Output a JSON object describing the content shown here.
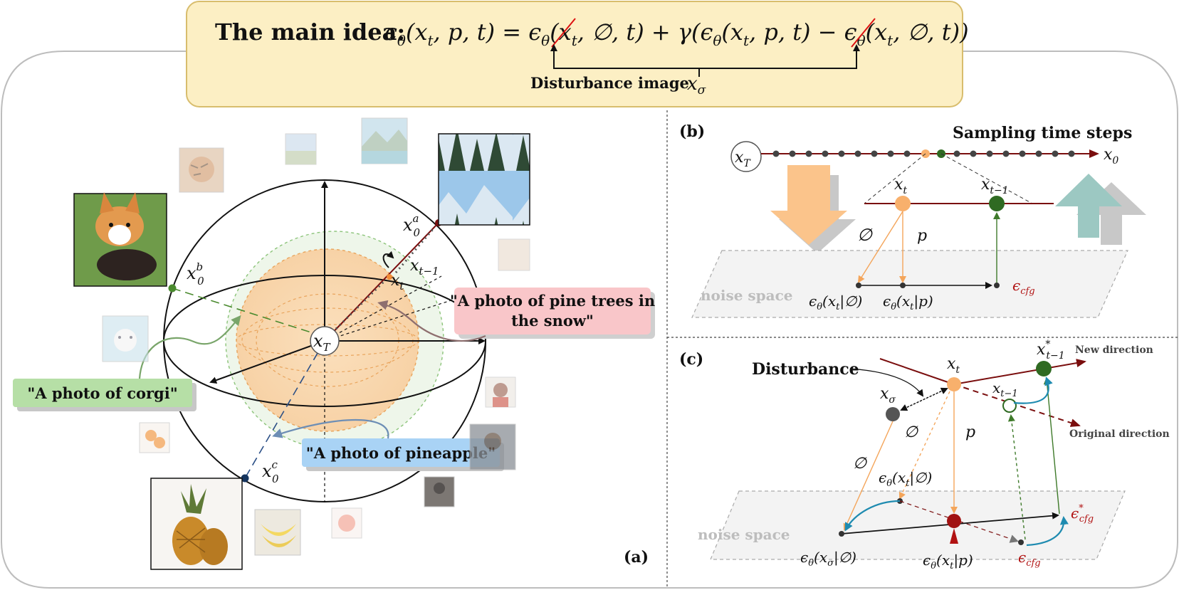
{
  "header": {
    "label": "The main idea:",
    "eq_lhs": "ϵ",
    "equation": "ϵθ(xt, p, t) = ϵθ(xt, ∅, t) + γ(ϵθ(xt, p, t) − ϵθ(xt, ∅, t))",
    "disturbance_label": "Disturbance image",
    "disturbance_symbol": "xσ"
  },
  "panel_a": {
    "tag": "(a)",
    "center": "x",
    "center_sub": "T",
    "x0a": "x",
    "x0a_sub": "0",
    "x0a_sup": "a",
    "x0b": "x",
    "x0b_sub": "0",
    "x0b_sup": "b",
    "x0c": "x",
    "x0c_sub": "0",
    "x0c_sup": "c",
    "xt": "x",
    "xt_sub": "t",
    "xt1": "x",
    "xt1_sub": "t−1",
    "prompt_pine": [
      "\"A photo of pine trees in",
      "the snow\""
    ],
    "prompt_corgi": "\"A photo of corgi\"",
    "prompt_pineapple": "\"A photo of pineapple\"",
    "colors": {
      "pine": "#f9c6c9",
      "corgi": "#b6dfa6",
      "pineapple": "#a9d3f5"
    }
  },
  "panel_b": {
    "tag": "(b)",
    "title": "Sampling time steps",
    "start": "x",
    "start_sub": "T",
    "end": "x",
    "end_sub": "0",
    "xt": "x",
    "xt_sub": "t",
    "xt1": "x",
    "xt1_sub": "t−1",
    "null": "∅",
    "p": "p",
    "noise_space": "noise space",
    "eps_null": "ϵθ(xt|∅)",
    "eps_p": "ϵθ(xt|p)",
    "eps_cfg": "ϵcfg"
  },
  "panel_c": {
    "tag": "(c)",
    "disturbance": "Disturbance",
    "xsigma": "xσ",
    "xt": "xt",
    "xt1": "xt−1",
    "xstar": "x*t−1",
    "new_direction": "New direction",
    "original_direction": "Original direction",
    "null": "∅",
    "p": "p",
    "noise_space": "noise space",
    "eps_null": "ϵθ(xt|∅)",
    "eps_sigma": "ϵθ(xσ|∅)",
    "eps_p": "ϵθ(xt|p)",
    "eps_cfg": "ϵcfg",
    "eps_cfg_star": "ϵ*cfg"
  },
  "thumbnails": [
    "tiger",
    "landscape",
    "mountain-lake",
    "snow-forest",
    "corgi",
    "sand",
    "cat",
    "person",
    "orange",
    "portrait",
    "person-small",
    "pineapple",
    "banana",
    "grapefruit"
  ]
}
